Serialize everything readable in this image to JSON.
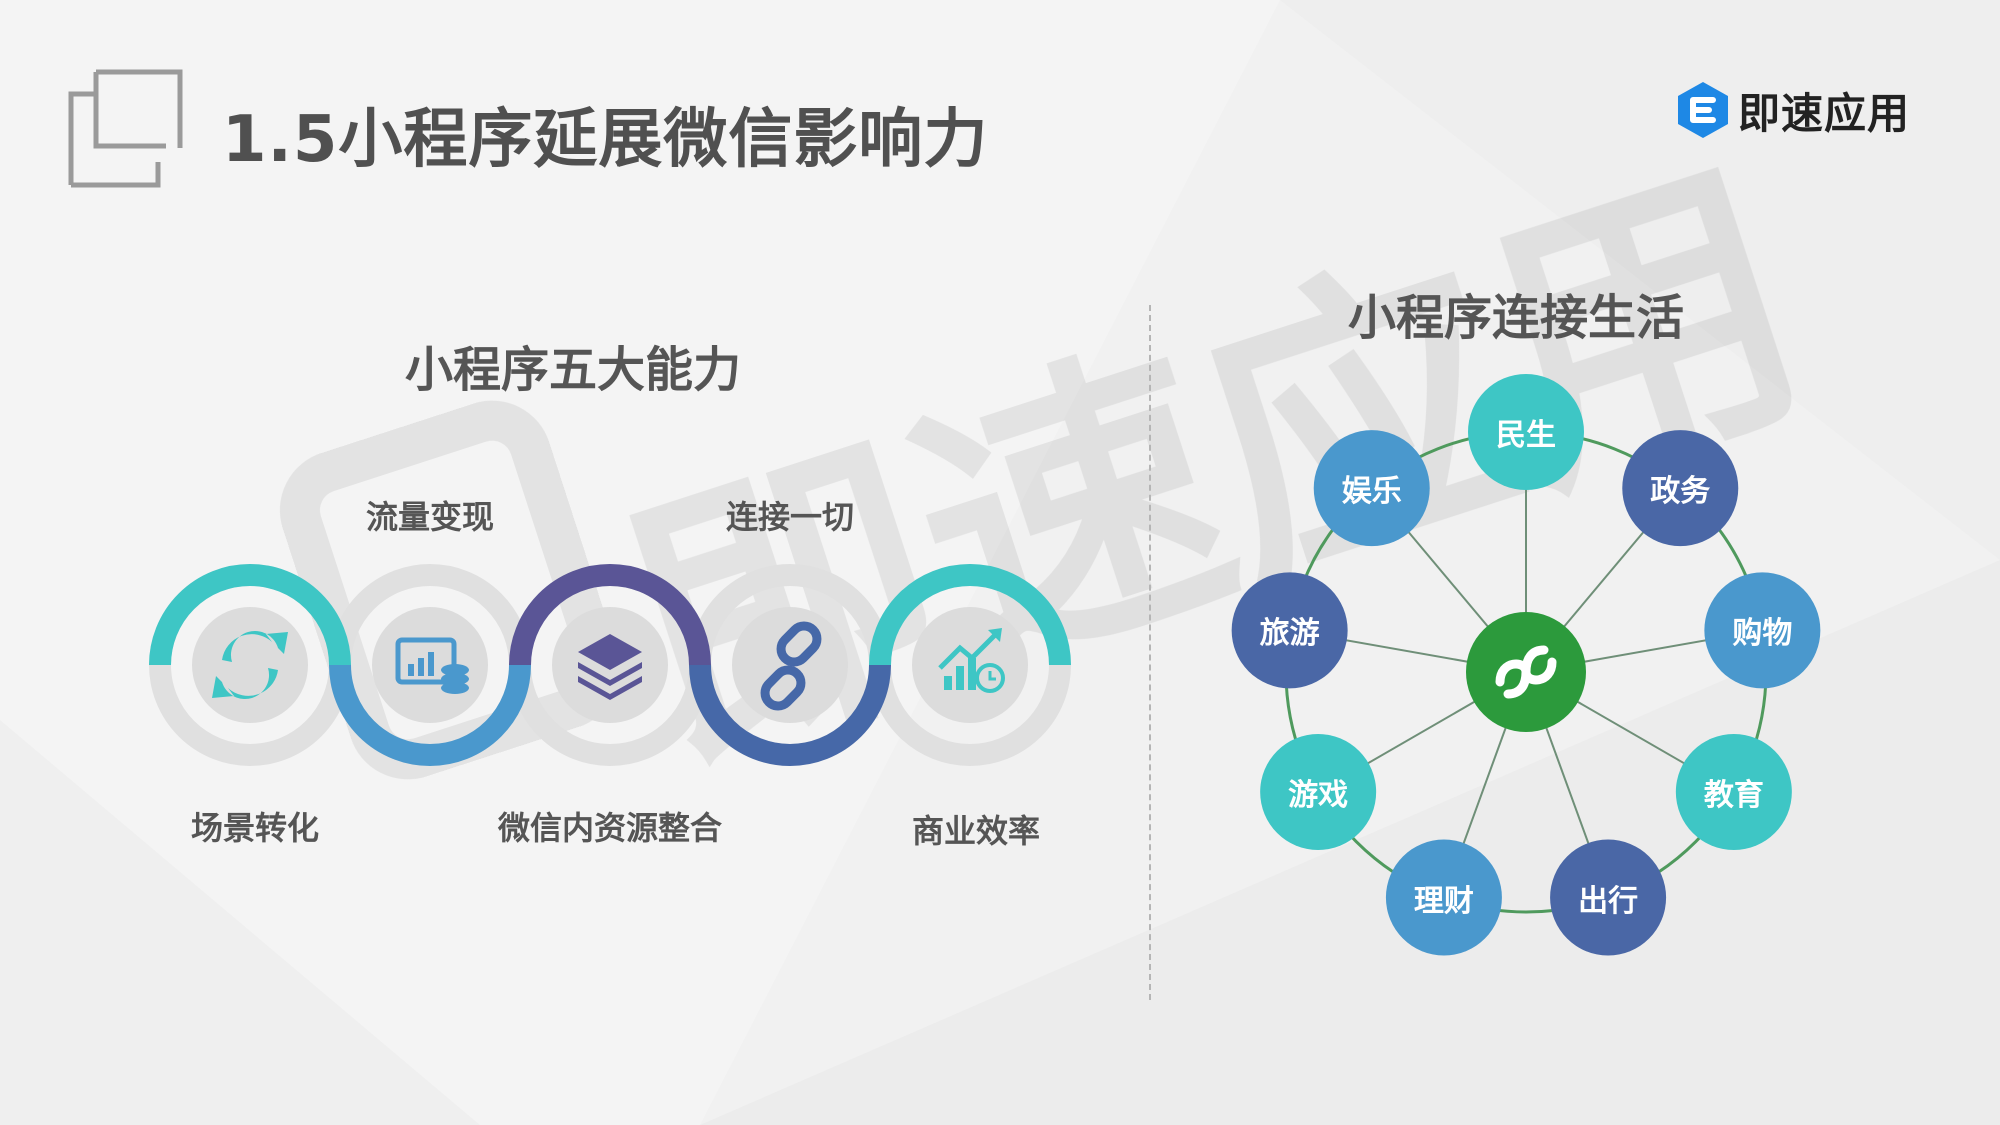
{
  "page": {
    "title": "1.5小程序延展微信影响力"
  },
  "brand": {
    "name": "即速应用",
    "logo_icon": "e-hexagon-logo",
    "watermark": "即速应用"
  },
  "left_section": {
    "title": "小程序五大能力",
    "capabilities": [
      {
        "label": "场景转化",
        "icon": "refresh-arrows-icon",
        "color": "#3ec6c5"
      },
      {
        "label": "流量变现",
        "icon": "chart-coins-icon",
        "color": "#4a98cd"
      },
      {
        "label": "微信内资源整合",
        "icon": "layers-icon",
        "color": "#5a5596"
      },
      {
        "label": "连接一切",
        "icon": "link-icon",
        "color": "#4668a8"
      },
      {
        "label": "商业效率",
        "icon": "growth-chart-icon",
        "color": "#3ec6c5"
      }
    ]
  },
  "right_section": {
    "title": "小程序连接生活",
    "center_icon": "mini-program-icon",
    "center_color": "#2c9a3c",
    "ring_color": "#4f9a5d",
    "nodes": [
      {
        "label": "民生",
        "color": "#3ec6c5"
      },
      {
        "label": "政务",
        "color": "#4a67a6"
      },
      {
        "label": "购物",
        "color": "#4a98cd"
      },
      {
        "label": "教育",
        "color": "#3ec6c5"
      },
      {
        "label": "出行",
        "color": "#4a67a6"
      },
      {
        "label": "理财",
        "color": "#4a98cd"
      },
      {
        "label": "游戏",
        "color": "#3ec6c5"
      },
      {
        "label": "旅游",
        "color": "#4a67a6"
      },
      {
        "label": "娱乐",
        "color": "#4a98cd"
      }
    ]
  }
}
